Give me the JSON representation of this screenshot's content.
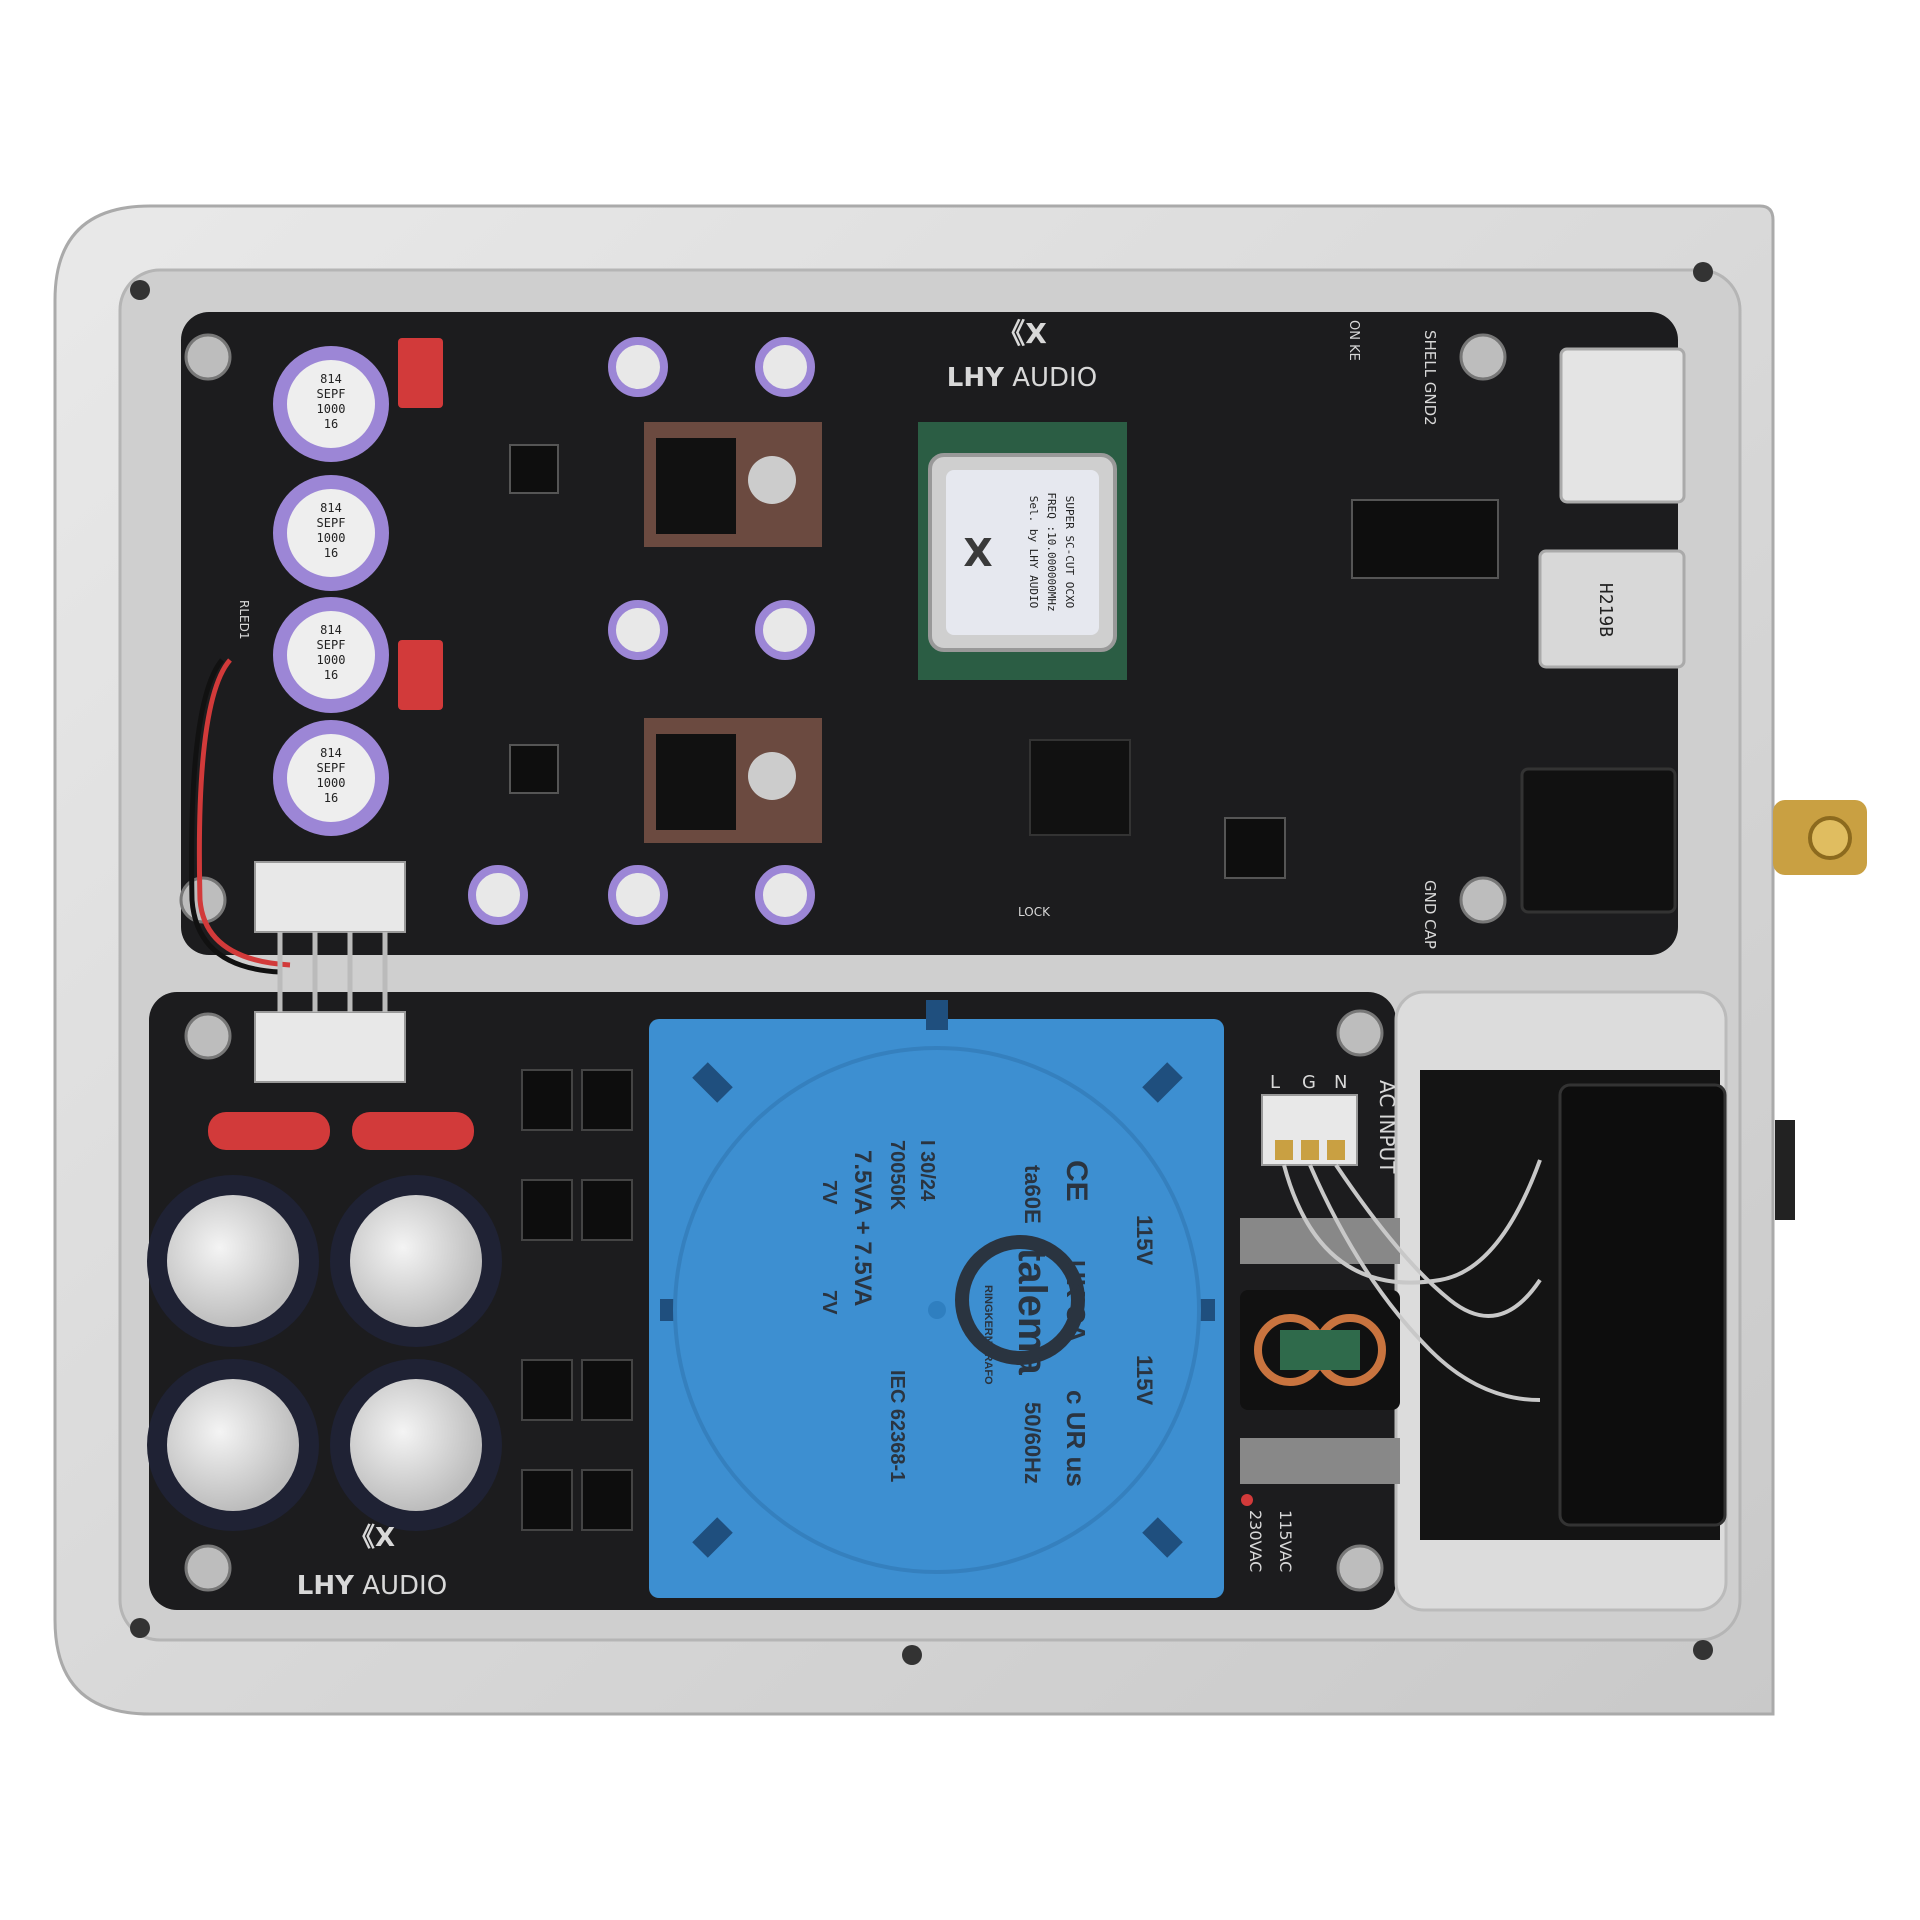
{
  "logo": {
    "brand": "LHY",
    "suffix": "AUDIO"
  },
  "ocxo": {
    "line1": "SUPER SC-CUT OCXO",
    "line2": "FREQ :10.000000MHz",
    "line3": "Sel. by LHY AUDIO"
  },
  "transformer": {
    "brand": "talema",
    "ring_text": "RINGKERN TRAFO",
    "model": "ta60E",
    "date": "I 30/24",
    "part": "70050K",
    "primary": [
      "115V",
      "115V"
    ],
    "secondary": "7.5VA + 7.5VA",
    "secondary_volts": [
      "7V",
      "7V"
    ],
    "freq": "50/60Hz",
    "standard": "IEC 62368-1",
    "marks": [
      "CE",
      "UK CA",
      "c UR us"
    ],
    "color": "#3d8fd1"
  },
  "silkscreen": {
    "ac_input": "AC INPUT",
    "ac_pins": [
      "L",
      "G",
      "N"
    ],
    "v230": "230VAC",
    "v115": "115VAC",
    "shell_gnd": "SHELL GND2",
    "gnd_cap": "GND CAP",
    "on_ke": "ON KE",
    "lock": "LOCK",
    "rled": "RLED1",
    "usb_chip": "H219B",
    "capacitor": [
      "814",
      "SEPF",
      "1000",
      "16"
    ]
  },
  "colors": {
    "pcb": "#1c1c1e",
    "chassis": "#d9d9d9",
    "accent_red": "#d23a3a",
    "cap_purple": "#9c86d6"
  }
}
